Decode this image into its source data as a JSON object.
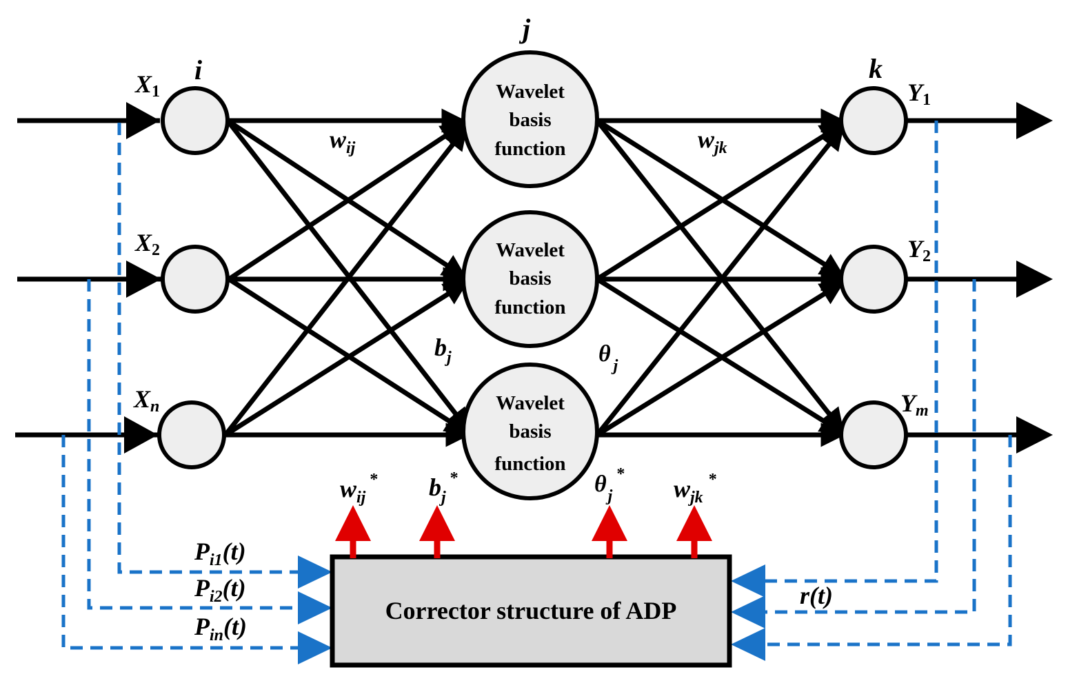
{
  "layer_labels": {
    "input": "i",
    "hidden": "j",
    "output": "k"
  },
  "inputs": [
    {
      "name": "X",
      "sub": "1"
    },
    {
      "name": "X",
      "sub": "2"
    },
    {
      "name": "X",
      "sub": "n"
    }
  ],
  "outputs": [
    {
      "name": "Y",
      "sub": "1"
    },
    {
      "name": "Y",
      "sub": "2"
    },
    {
      "name": "Y",
      "sub": "m"
    }
  ],
  "hidden_nodes": [
    {
      "line1": "Wavelet",
      "line2": "basis",
      "line3": "function"
    },
    {
      "line1": "Wavelet",
      "line2": "basis",
      "line3": "function"
    },
    {
      "line1": "Wavelet",
      "line2": "basis",
      "line3": "function"
    }
  ],
  "weights": {
    "w_ij": {
      "base": "w",
      "sub": "ij"
    },
    "w_jk": {
      "base": "w",
      "sub": "jk"
    },
    "b_j": {
      "base": "b",
      "sub": "j"
    },
    "theta_j": {
      "base": "θ",
      "sub": "j"
    }
  },
  "corrector_outputs": [
    {
      "base": "w",
      "sub": "ij",
      "sup": "*"
    },
    {
      "base": "b",
      "sub": "j",
      "sup": "*"
    },
    {
      "base": "θ",
      "sub": "j",
      "sup": "*"
    },
    {
      "base": "w",
      "sub": "jk",
      "sup": "*"
    }
  ],
  "feedback_inputs": [
    {
      "base": "P",
      "sub": "i1",
      "arg": "(t)"
    },
    {
      "base": "P",
      "sub": "i2",
      "arg": "(t)"
    },
    {
      "base": "P",
      "sub": "in",
      "arg": "(t)"
    }
  ],
  "reward": {
    "base": "r",
    "arg": "(t)"
  },
  "corrector_box": {
    "label": "Corrector structure of ADP"
  },
  "colors": {
    "lines": "#000000",
    "feedback": "#1a73c8",
    "corrector_arrows": "#e00000",
    "node_fill": "#eeeeee",
    "box_fill": "#d9d9d9"
  }
}
